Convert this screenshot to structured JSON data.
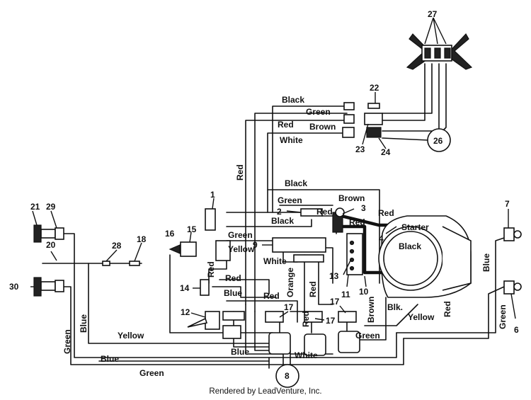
{
  "diagram": {
    "footer": "Rendered by LeadVenture, Inc.",
    "wire_labels": {
      "black_top": "Black",
      "green_top": "Green",
      "brown_top": "Brown",
      "red_top": "Red",
      "white_top": "White",
      "red_vertical": "Red",
      "black_mid": "Black",
      "green_mid": "Green",
      "brown_mid": "Brown",
      "red_at_2": "Red",
      "black_at_2": "Black",
      "green_left": "Green",
      "yellow_left": "Yellow",
      "white_at_9": "White",
      "red_at_14": "Red",
      "red_mid": "Red",
      "blue_mid": "Blue",
      "orange_mid": "Orange",
      "red_below_9": "Red",
      "red_lower": "Red",
      "red_at_starter": "Red",
      "starter": "Starter",
      "black_starter": "Black",
      "red_at_13": "Red",
      "brown_vertical": "Brown",
      "blk": "Blk.",
      "yellow_right": "Yellow",
      "red_right": "Red",
      "blue_right": "Blue",
      "green_right": "Green",
      "red_at_17": "Red",
      "green_bottom_mid": "Green",
      "white_bottom": "White",
      "blue_bottom_mid": "Blue",
      "yellow_bottom": "Yellow",
      "blue_left_vertical": "Blue",
      "green_left_vertical": "Green",
      "blue_bottom": "Blue",
      "green_bottom": "Green"
    },
    "callouts": {
      "n1": "1",
      "n2": "2",
      "n3": "3",
      "n4": "4",
      "n6": "6",
      "n7": "7",
      "n8": "8",
      "n9": "9",
      "n10": "10",
      "n11": "11",
      "n12": "12",
      "n13": "13",
      "n14": "14",
      "n15": "15",
      "n16": "16",
      "n17a": "17",
      "n17b": "17",
      "n17c": "17",
      "n18": "18",
      "n20": "20",
      "n21": "21",
      "n22": "22",
      "n23": "23",
      "n24": "24",
      "n26": "26",
      "n27": "27",
      "n28": "28",
      "n29": "29",
      "n30": "30"
    }
  }
}
